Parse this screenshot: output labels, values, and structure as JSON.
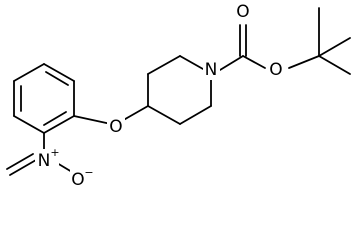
{
  "molecule": {
    "atoms": {
      "n_pip": {
        "text": "N"
      },
      "o_carbonyl": {
        "text": "O"
      },
      "o_ester": {
        "text": "O"
      },
      "o_ether": {
        "text": "O"
      },
      "n_nitro": {
        "text": "N",
        "charge": "+"
      },
      "o_nitro": {
        "text": "O",
        "charge": "−"
      }
    }
  }
}
